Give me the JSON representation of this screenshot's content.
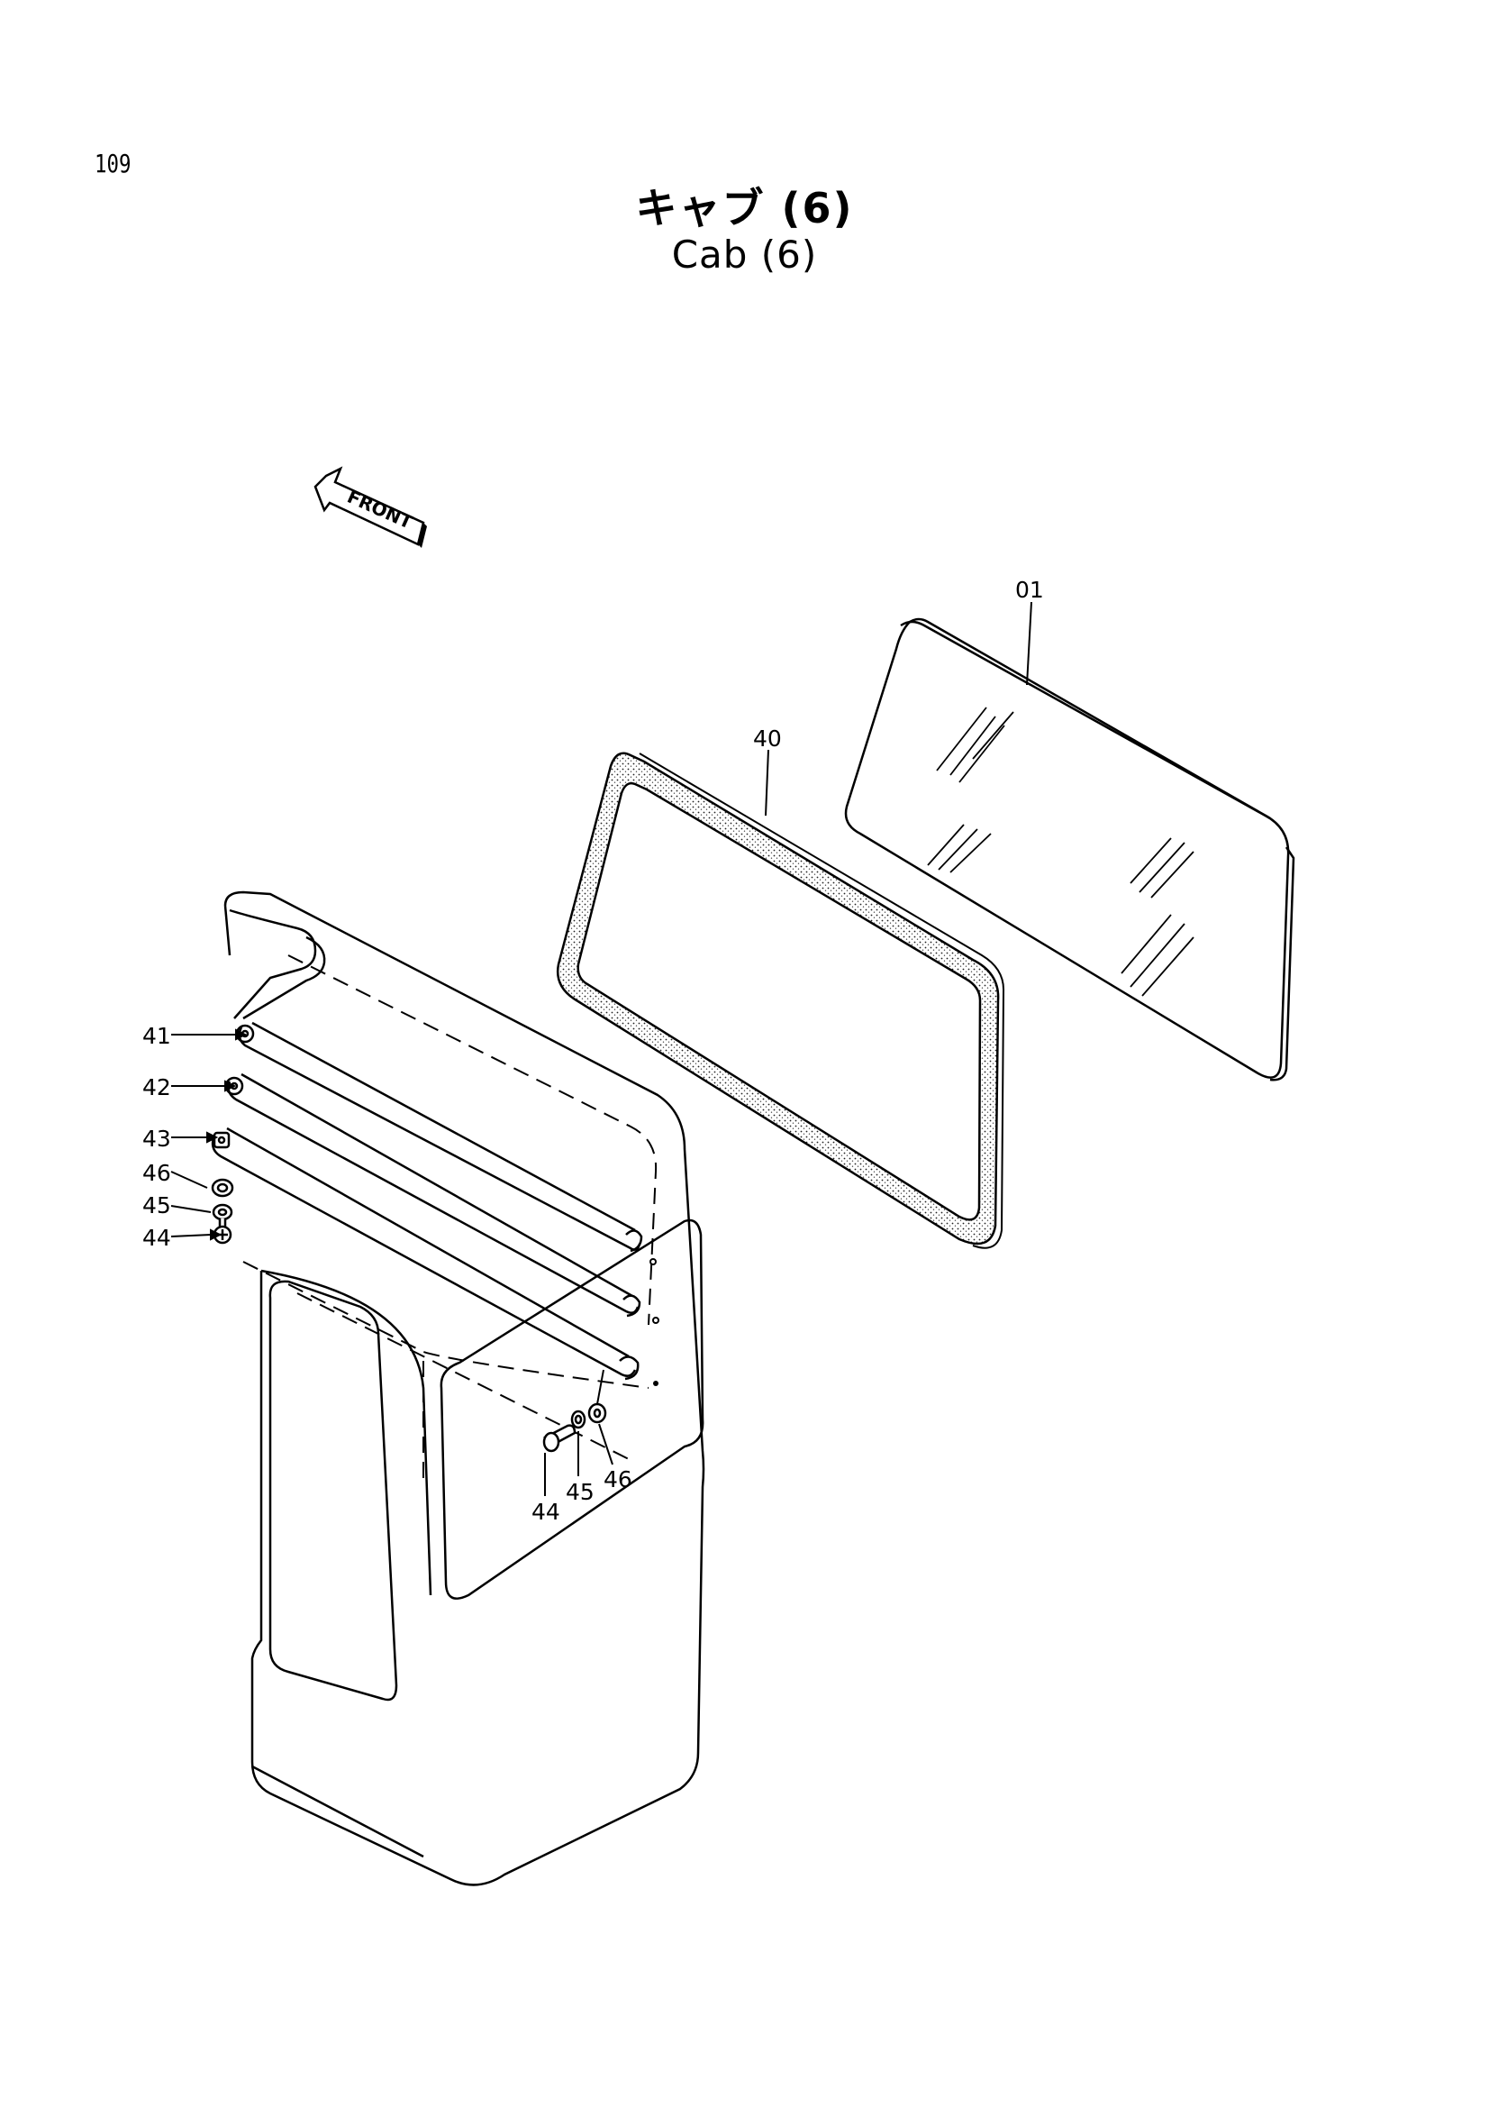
{
  "page_number": "109",
  "title_jp": "キャブ (6)",
  "title_en": "Cab (6)",
  "front_arrow_label": "FRONT",
  "callouts": {
    "glass": "01",
    "weatherstrip": "40",
    "rail_41": "41",
    "rail_42": "42",
    "rail_43": "43",
    "washer_46_left": "46",
    "washer_45_left": "45",
    "screw_44_left": "44",
    "screw_44_right": "44",
    "washer_45_right": "45",
    "washer_46_right": "46"
  }
}
